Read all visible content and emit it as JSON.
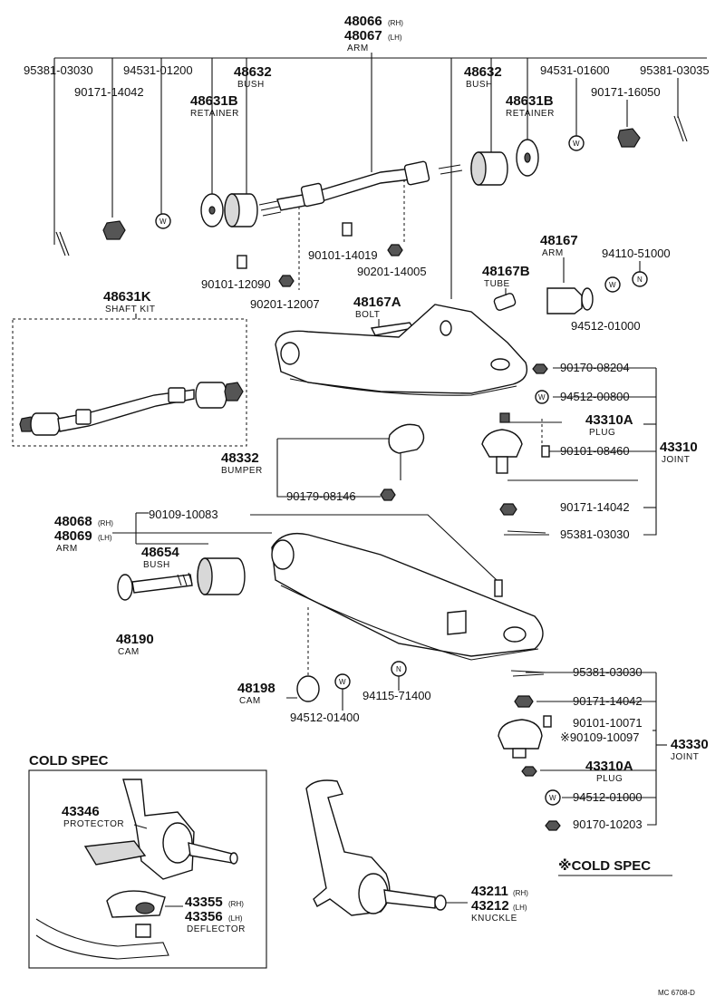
{
  "upper_arm": {
    "no_rh": "48066",
    "rh": "(RH)",
    "no_lh": "48067",
    "lh": "(LH)",
    "name": "ARM"
  },
  "top_parts": [
    {
      "no": "95381-03030"
    },
    {
      "no": "90171-14042"
    },
    {
      "no": "94531-01200"
    },
    {
      "no": "48632",
      "name": "BUSH"
    },
    {
      "no": "48631B",
      "name": "RETAINER"
    },
    {
      "no": "48632",
      "name": "BUSH"
    },
    {
      "no": "48631B",
      "name": "RETAINER"
    },
    {
      "no": "94531-01600"
    },
    {
      "no": "90171-16050"
    },
    {
      "no": "95381-03035"
    }
  ],
  "mid_parts": [
    {
      "no": "90101-14019"
    },
    {
      "no": "90201-14005"
    },
    {
      "no": "90101-12090"
    },
    {
      "no": "90201-12007"
    },
    {
      "no": "48167",
      "name": "ARM"
    },
    {
      "no": "94110-51000"
    },
    {
      "no": "48167B",
      "name": "TUBE"
    },
    {
      "no": "48167A",
      "name": "BOLT"
    },
    {
      "no": "94512-01000"
    },
    {
      "no": "48631K",
      "name": "SHAFT KIT"
    },
    {
      "no": "48332",
      "name": "BUMPER"
    },
    {
      "no": "90179-08146"
    }
  ],
  "upper_joint": {
    "no": "43310",
    "name": "JOINT",
    "items": [
      {
        "no": "90170-08204"
      },
      {
        "no": "94512-00800"
      },
      {
        "no": "43310A",
        "name": "PLUG"
      },
      {
        "no": "90101-08460"
      },
      {
        "no": "90171-14042"
      },
      {
        "no": "95381-03030"
      }
    ]
  },
  "lower_arm": {
    "no_rh": "48068",
    "rh": "(RH)",
    "no_lh": "48069",
    "lh": "(LH)",
    "name": "ARM"
  },
  "lower_parts": [
    {
      "no": "90109-10083"
    },
    {
      "no": "48654",
      "name": "BUSH"
    },
    {
      "no": "48190",
      "name": "CAM"
    },
    {
      "no": "48198",
      "name": "CAM"
    },
    {
      "no": "94512-01400"
    },
    {
      "no": "94115-71400"
    }
  ],
  "lower_joint": {
    "no": "43330",
    "name": "JOINT",
    "items": [
      {
        "no": "95381-03030"
      },
      {
        "no": "90171-14042"
      },
      {
        "no": "90101-10071"
      },
      {
        "no": "※90109-10097"
      },
      {
        "no": "43310A",
        "name": "PLUG"
      },
      {
        "no": "94512-01000"
      },
      {
        "no": "90170-10203"
      }
    ]
  },
  "cold_spec": {
    "title": "COLD SPEC",
    "protector": {
      "no": "43346",
      "name": "PROTECTOR"
    },
    "deflector": {
      "no_rh": "43355",
      "rh": "(RH)",
      "no_lh": "43356",
      "lh": "(LH)",
      "name": "DEFLECTOR"
    }
  },
  "knuckle": {
    "no_rh": "43211",
    "rh": "(RH)",
    "no_lh": "43212",
    "lh": "(LH)",
    "name": "KNUCKLE"
  },
  "cold_spec_note": "※COLD SPEC",
  "catalog_code": "MC 6708-D",
  "washer_letter": "W",
  "nut_letter": "N"
}
